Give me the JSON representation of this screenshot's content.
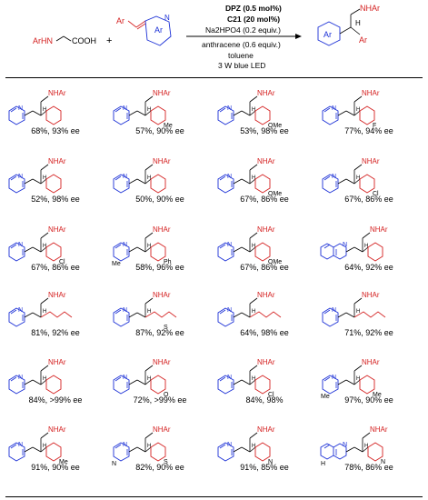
{
  "scheme": {
    "reactant1": "ArHN",
    "reactant1_tail": "COOH",
    "plus": "+",
    "reactant2_ar": "Ar",
    "reactant2_ring": "Ar",
    "product_ring": "Ar",
    "product_nhar": "NHAr",
    "product_h": "H",
    "product_ar": "Ar",
    "cond_line1": "DPZ (0.5 mol%)",
    "cond_line2": "C21 (20 mol%)",
    "cond_line3": "Na2HPO4 (0.2 equiv.)",
    "cond_line4": "anthracene (0.6 equiv.)",
    "cond_line5": "toluene",
    "cond_line6": "3 W blue LED"
  },
  "colors": {
    "blue": "#1a2fd6",
    "red": "#d42020",
    "black": "#000000"
  },
  "products": [
    {
      "yield_ee": "68%, 93% ee"
    },
    {
      "yield_ee": "57%, 90% ee",
      "sub": "Me"
    },
    {
      "yield_ee": "53%, 98% ee",
      "sub": "OMe"
    },
    {
      "yield_ee": "77%, 94% ee",
      "sub": "F"
    },
    {
      "yield_ee": "52%, 98% ee"
    },
    {
      "yield_ee": "50%, 90% ee"
    },
    {
      "yield_ee": "67%, 86% ee",
      "sub": "OMe"
    },
    {
      "yield_ee": "67%, 86% ee",
      "sub": "Cl"
    },
    {
      "yield_ee": "67%, 86% ee",
      "sub": "Cl"
    },
    {
      "yield_ee": "58%, 96% ee",
      "sub": "Ph",
      "sub2": "Me"
    },
    {
      "yield_ee": "67%, 86% ee",
      "sub": "OMe"
    },
    {
      "yield_ee": "64%, 92% ee"
    },
    {
      "yield_ee": "81%, 92% ee"
    },
    {
      "yield_ee": "87%, 92% ee",
      "sub": "S"
    },
    {
      "yield_ee": "64%, 98% ee"
    },
    {
      "yield_ee": "71%, 92% ee"
    },
    {
      "yield_ee": "84%, >99% ee"
    },
    {
      "yield_ee": "72%, >99% ee",
      "sub": "O"
    },
    {
      "yield_ee": "84%, 98%",
      "sub": "Cl"
    },
    {
      "yield_ee": "97%, 90% ee",
      "sub": "Me",
      "sub2": "Me"
    },
    {
      "yield_ee": "91%, 90% ee",
      "sub": "Me"
    },
    {
      "yield_ee": "82%, 90% ee",
      "sub": "S",
      "sub2": "N"
    },
    {
      "yield_ee": "91%, 85% ee",
      "sub": "N"
    },
    {
      "yield_ee": "78%, 86% ee",
      "sub": "N",
      "sub2": "H"
    }
  ],
  "nhar": "NHAr"
}
